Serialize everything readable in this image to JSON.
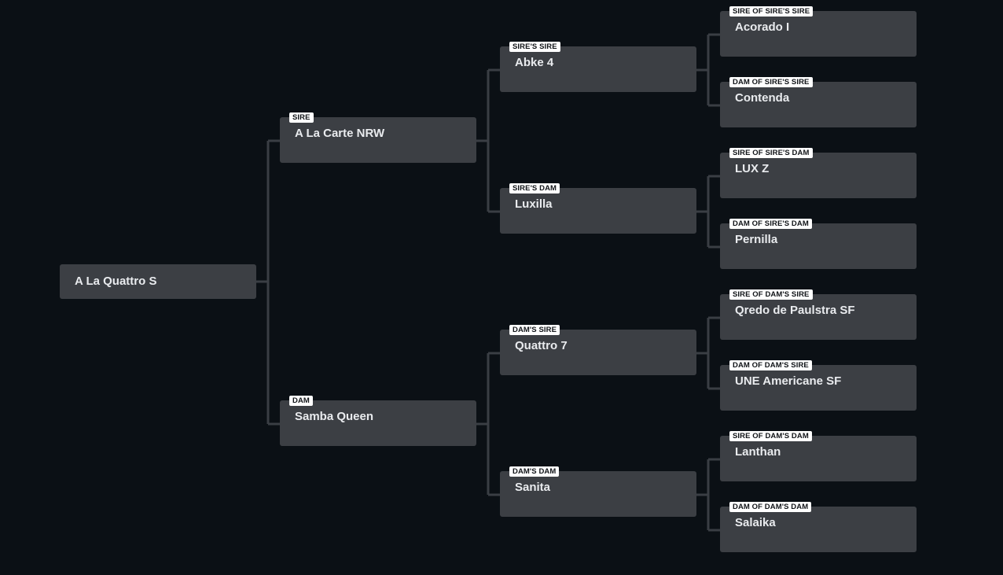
{
  "pedigree": {
    "subject": {
      "name": "A La Quattro S"
    },
    "sire": {
      "role": "SIRE",
      "name": "A La Carte NRW"
    },
    "dam": {
      "role": "DAM",
      "name": "Samba Queen"
    },
    "sires_sire": {
      "role": "SIRE'S SIRE",
      "name": "Abke 4"
    },
    "sires_dam": {
      "role": "SIRE'S DAM",
      "name": "Luxilla"
    },
    "dams_sire": {
      "role": "DAM'S SIRE",
      "name": "Quattro 7"
    },
    "dams_dam": {
      "role": "DAM'S DAM",
      "name": "Sanita"
    },
    "sire_of_sires_sire": {
      "role": "SIRE OF SIRE'S SIRE",
      "name": "Acorado I"
    },
    "dam_of_sires_sire": {
      "role": "DAM OF SIRE'S SIRE",
      "name": "Contenda"
    },
    "sire_of_sires_dam": {
      "role": "SIRE OF SIRE'S DAM",
      "name": "LUX Z"
    },
    "dam_of_sires_dam": {
      "role": "DAM OF SIRE'S DAM",
      "name": "Pernilla"
    },
    "sire_of_dams_sire": {
      "role": "SIRE OF DAM'S SIRE",
      "name": "Qredo de Paulstra SF"
    },
    "dam_of_dams_sire": {
      "role": "DAM OF DAM'S SIRE",
      "name": "UNE Americane SF"
    },
    "sire_of_dams_dam": {
      "role": "SIRE OF DAM'S DAM",
      "name": "Lanthan"
    },
    "dam_of_dams_dam": {
      "role": "DAM OF DAM'S DAM",
      "name": "Salaika"
    }
  },
  "colors": {
    "background": "#0b1015",
    "card": "#3c3f44",
    "connector": "#3a3e44",
    "label_bg": "#ffffff",
    "label_text": "#111418",
    "name_text": "#e9ebee"
  }
}
